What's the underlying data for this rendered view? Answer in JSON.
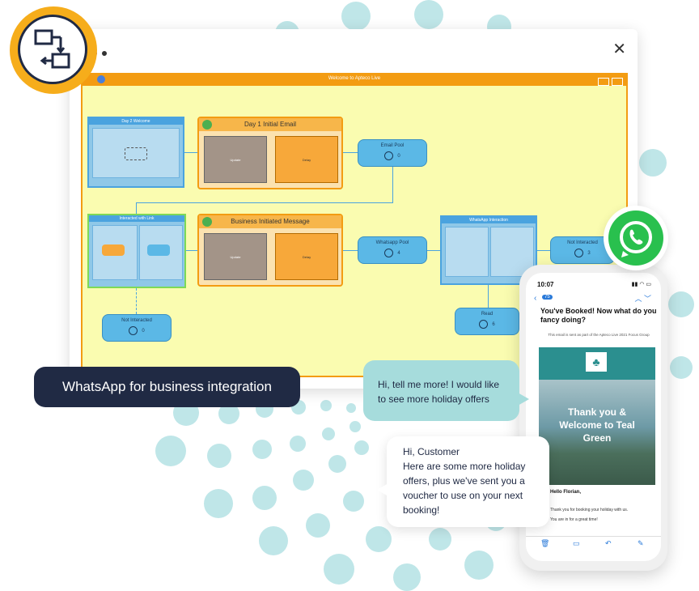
{
  "window": {
    "close_label": "✕"
  },
  "canvas": {
    "title": "Welcome to Apteco Live",
    "day2_welcome": "Day 2 Welcome",
    "day1_initial_email": "Day 1 Initial Email",
    "update_label": "Update",
    "delay_label": "Delay",
    "email_pool": "Email Pool",
    "email_pool_count": "0",
    "interacted_with_link": "Interacted with Link",
    "business_initiated_message": "Business Initiated Message",
    "whatsapp_pool": "Whatsapp Pool",
    "whatsapp_pool_count": "4",
    "whatsapp_interaction": "WhatsApp Interaction",
    "not_interacted": "Not Interacted",
    "not_interacted_count": "3",
    "not_interacted_left": "Not Interacted",
    "not_interacted_left_count": "0",
    "read": "Read",
    "read_count": "6"
  },
  "tagline": "WhatsApp for business integration",
  "chat": {
    "customer_msg": "Hi, tell me more! I would like to see more holiday offers",
    "reply_greeting": "Hi, Customer",
    "reply_body": "Here are some more holiday offers, plus we've sent you a voucher to use on your next booking!"
  },
  "phone": {
    "time": "10:07",
    "back_badge": "75",
    "subject": "You've Booked! Now what do you fancy doing?",
    "notice": "This email is sent as part of the Apteco Live 2021 Focus Group",
    "hero_text": "Thank you & Welcome to Teal Green",
    "greeting": "Hello Florian,",
    "body1": "Thank you for booking your holiday with us.",
    "body2": "You are in for a great time!"
  },
  "colors": {
    "accent_orange": "#f39c12",
    "navy": "#202a44",
    "teal_light": "#a6dcdc",
    "whatsapp_green": "#29c04e"
  }
}
